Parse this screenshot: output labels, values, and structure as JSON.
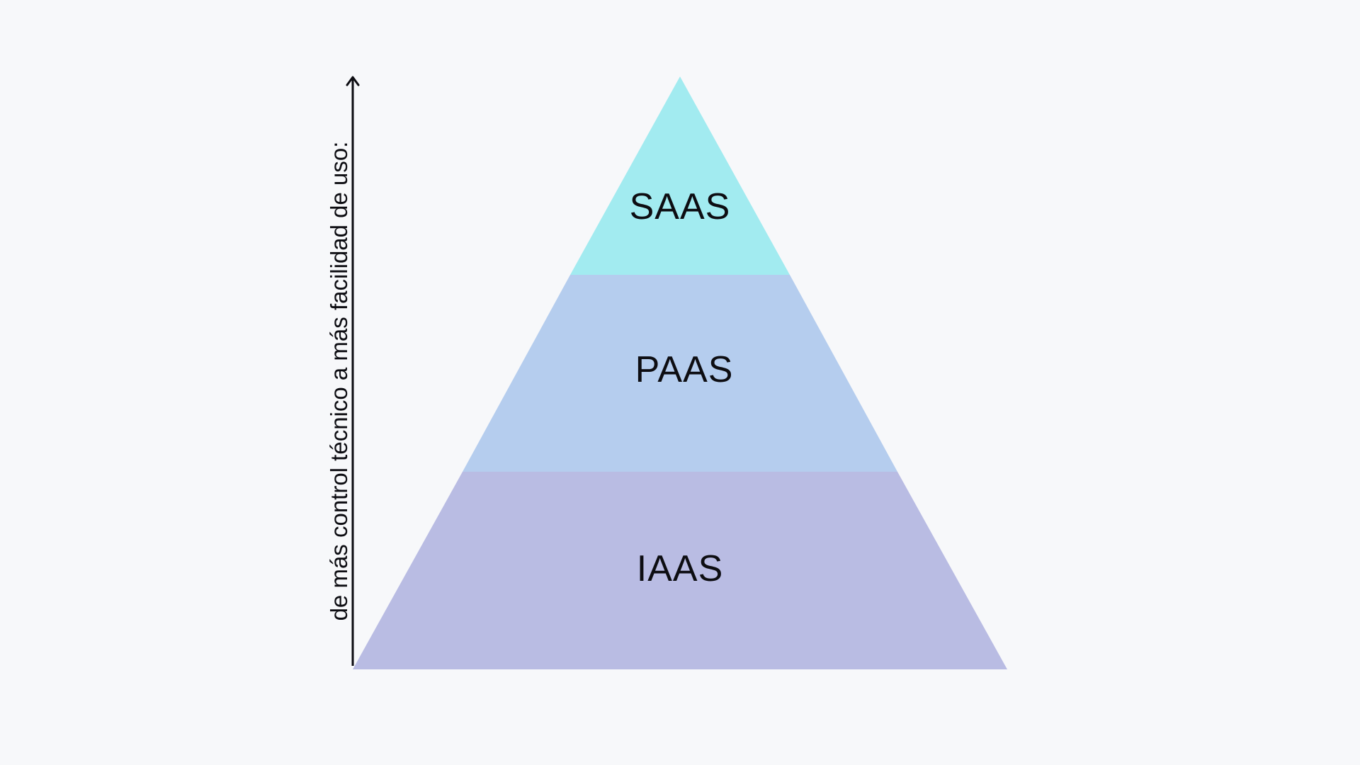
{
  "axis": {
    "label": "de más control técnico a más facilidad de uso:"
  },
  "layers": [
    {
      "label": "SAAS",
      "color": "#a2ebf0"
    },
    {
      "label": "PAAS",
      "color": "#b5cdee"
    },
    {
      "label": "IAAS",
      "color": "#b9bce3"
    }
  ],
  "colors": {
    "background": "#f7f8fa",
    "text": "#0d0d12",
    "arrow": "#0d0d12"
  }
}
